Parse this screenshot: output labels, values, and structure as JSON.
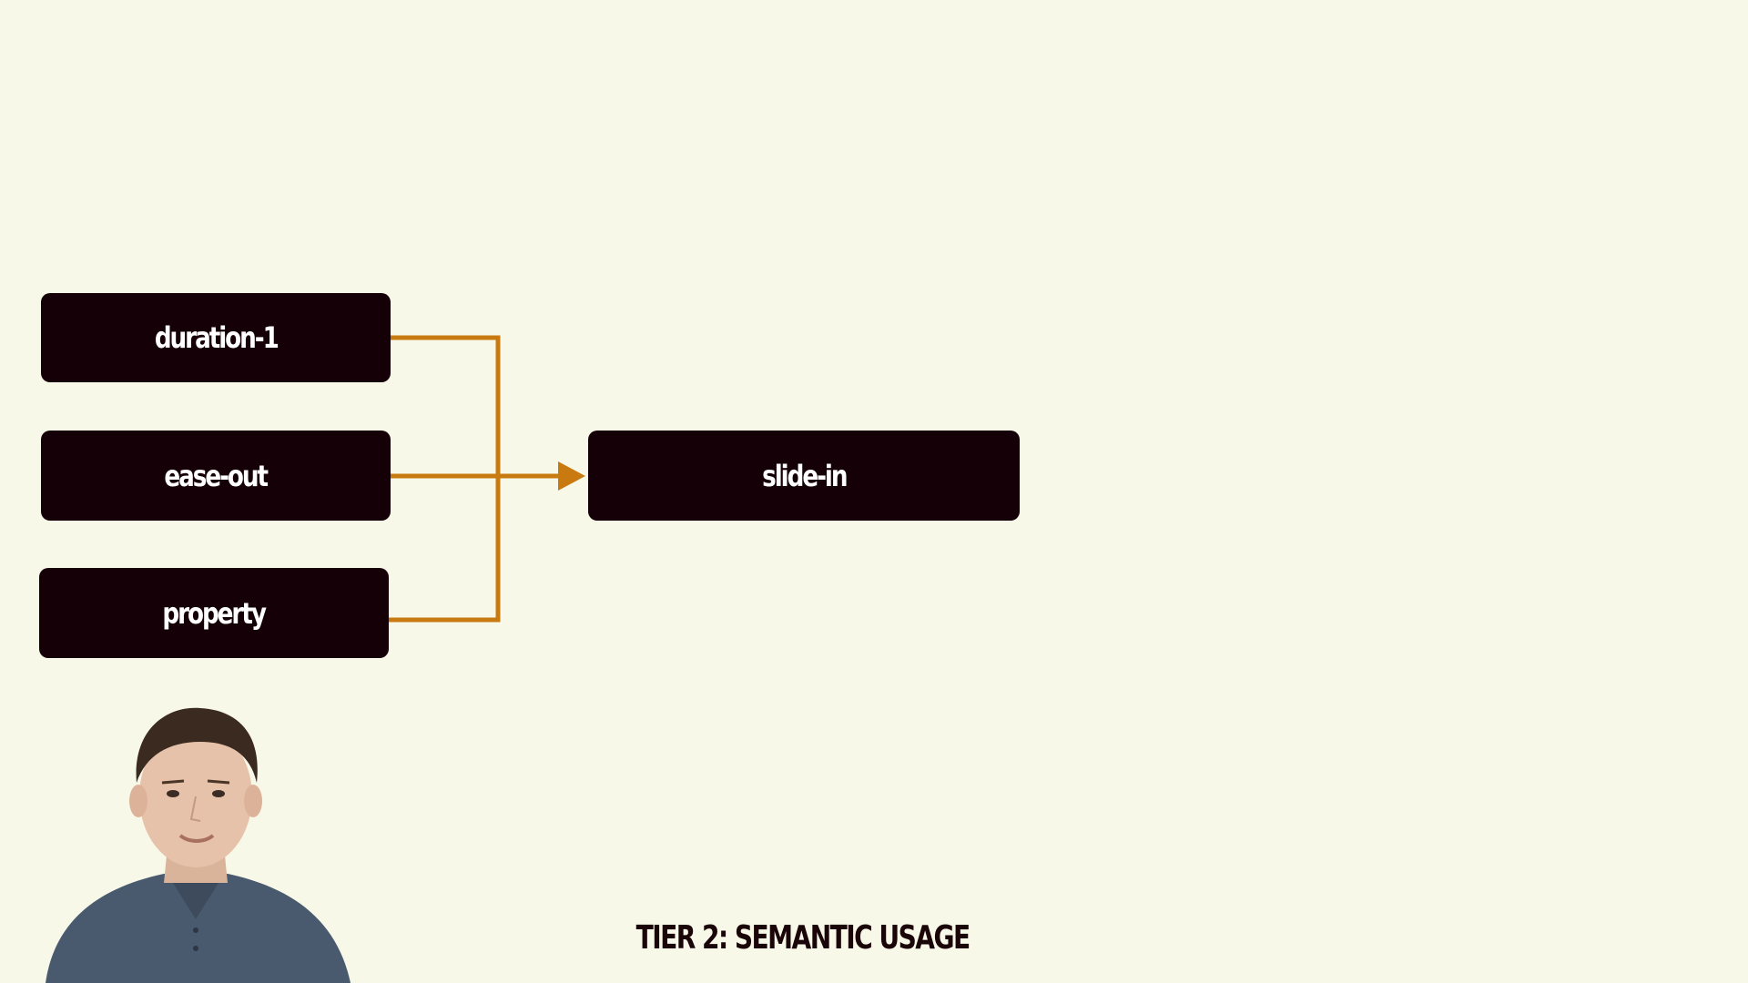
{
  "diagram": {
    "inputs": [
      {
        "label": "duration-1"
      },
      {
        "label": "ease-out"
      },
      {
        "label": "property"
      }
    ],
    "output": {
      "label": "slide-in"
    },
    "caption": "TIER 2: SEMANTIC USAGE"
  },
  "colors": {
    "background": "#f8f8e8",
    "box": "#150007",
    "box_text": "#ffffff",
    "connector": "#c87a10",
    "caption": "#1a0509"
  },
  "icons": {
    "presenter": "person-webcam"
  }
}
